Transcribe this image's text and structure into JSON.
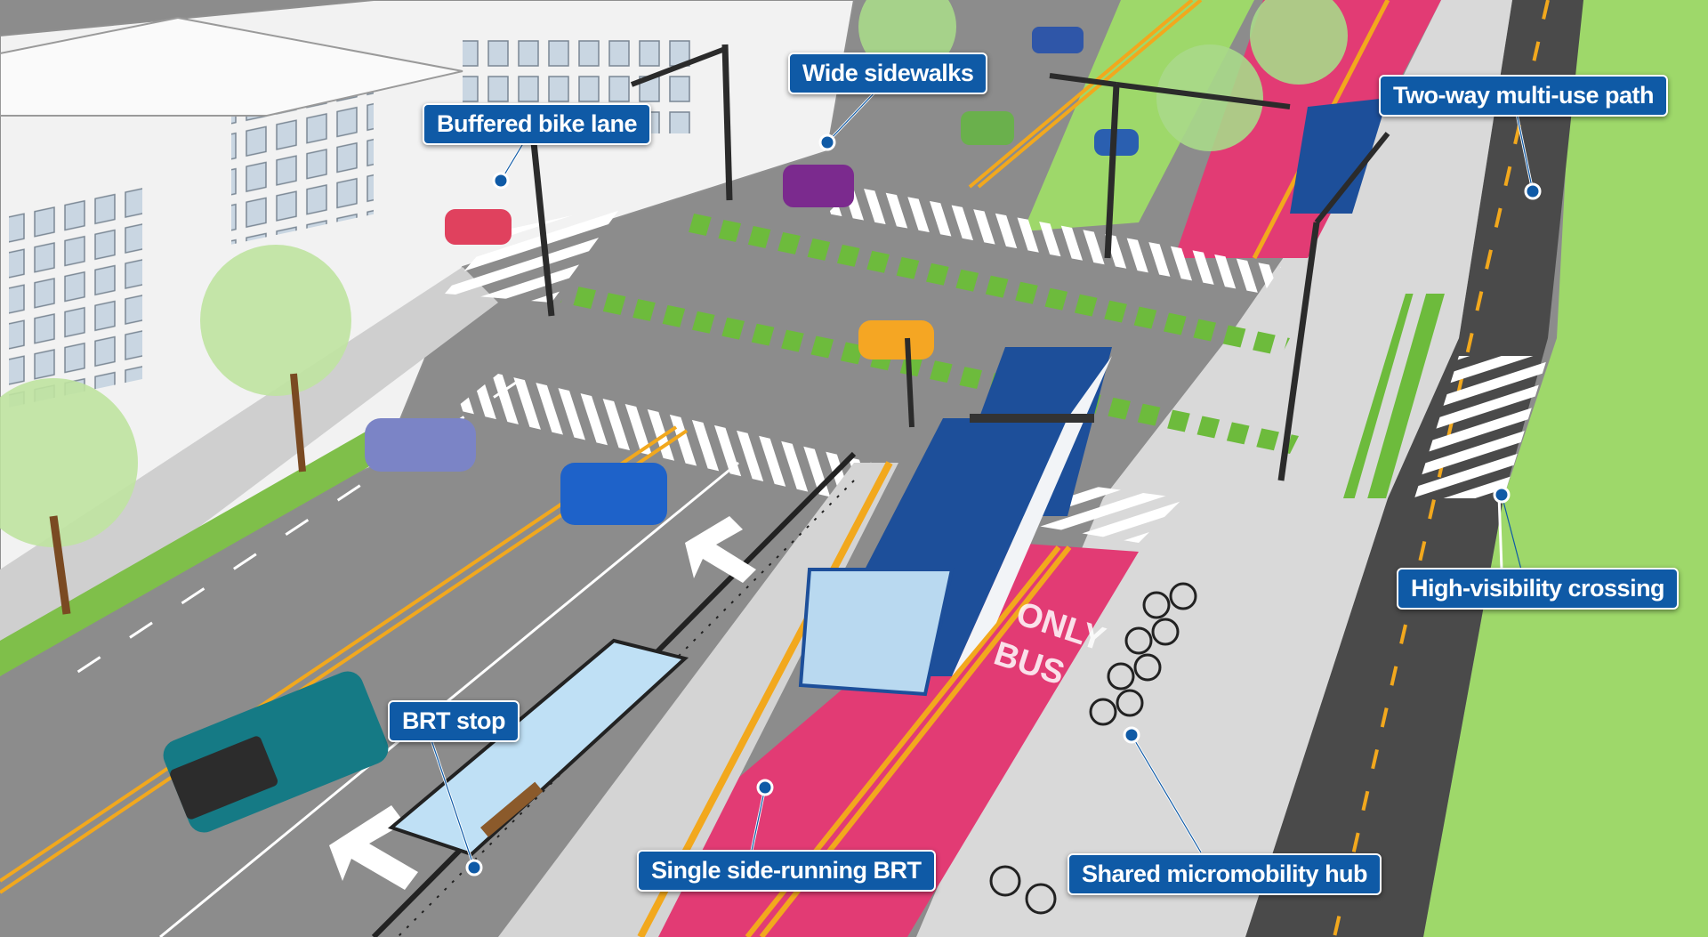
{
  "callouts": {
    "buffered_bike_lane": "Buffered bike lane",
    "wide_sidewalks": "Wide sidewalks",
    "two_way_path": "Two-way multi-use path",
    "high_visibility_crossing": "High-visibility crossing",
    "brt_stop": "BRT stop",
    "single_side_running_brt": "Single side-running BRT",
    "shared_micromobility_hub": "Shared micromobility hub"
  },
  "lane_marking": {
    "word_top": "ONLY",
    "word_bottom": "BUS"
  },
  "colors": {
    "callout_blue": "#0f5aa6",
    "bus_lane_red": "#e23b74",
    "bike_green": "#6dbb3c",
    "road_gray": "#8c8c8c",
    "sidewalk_gray": "#d9d9d9",
    "grass_green": "#9ed86a",
    "center_line_yellow": "#f2a81d"
  }
}
